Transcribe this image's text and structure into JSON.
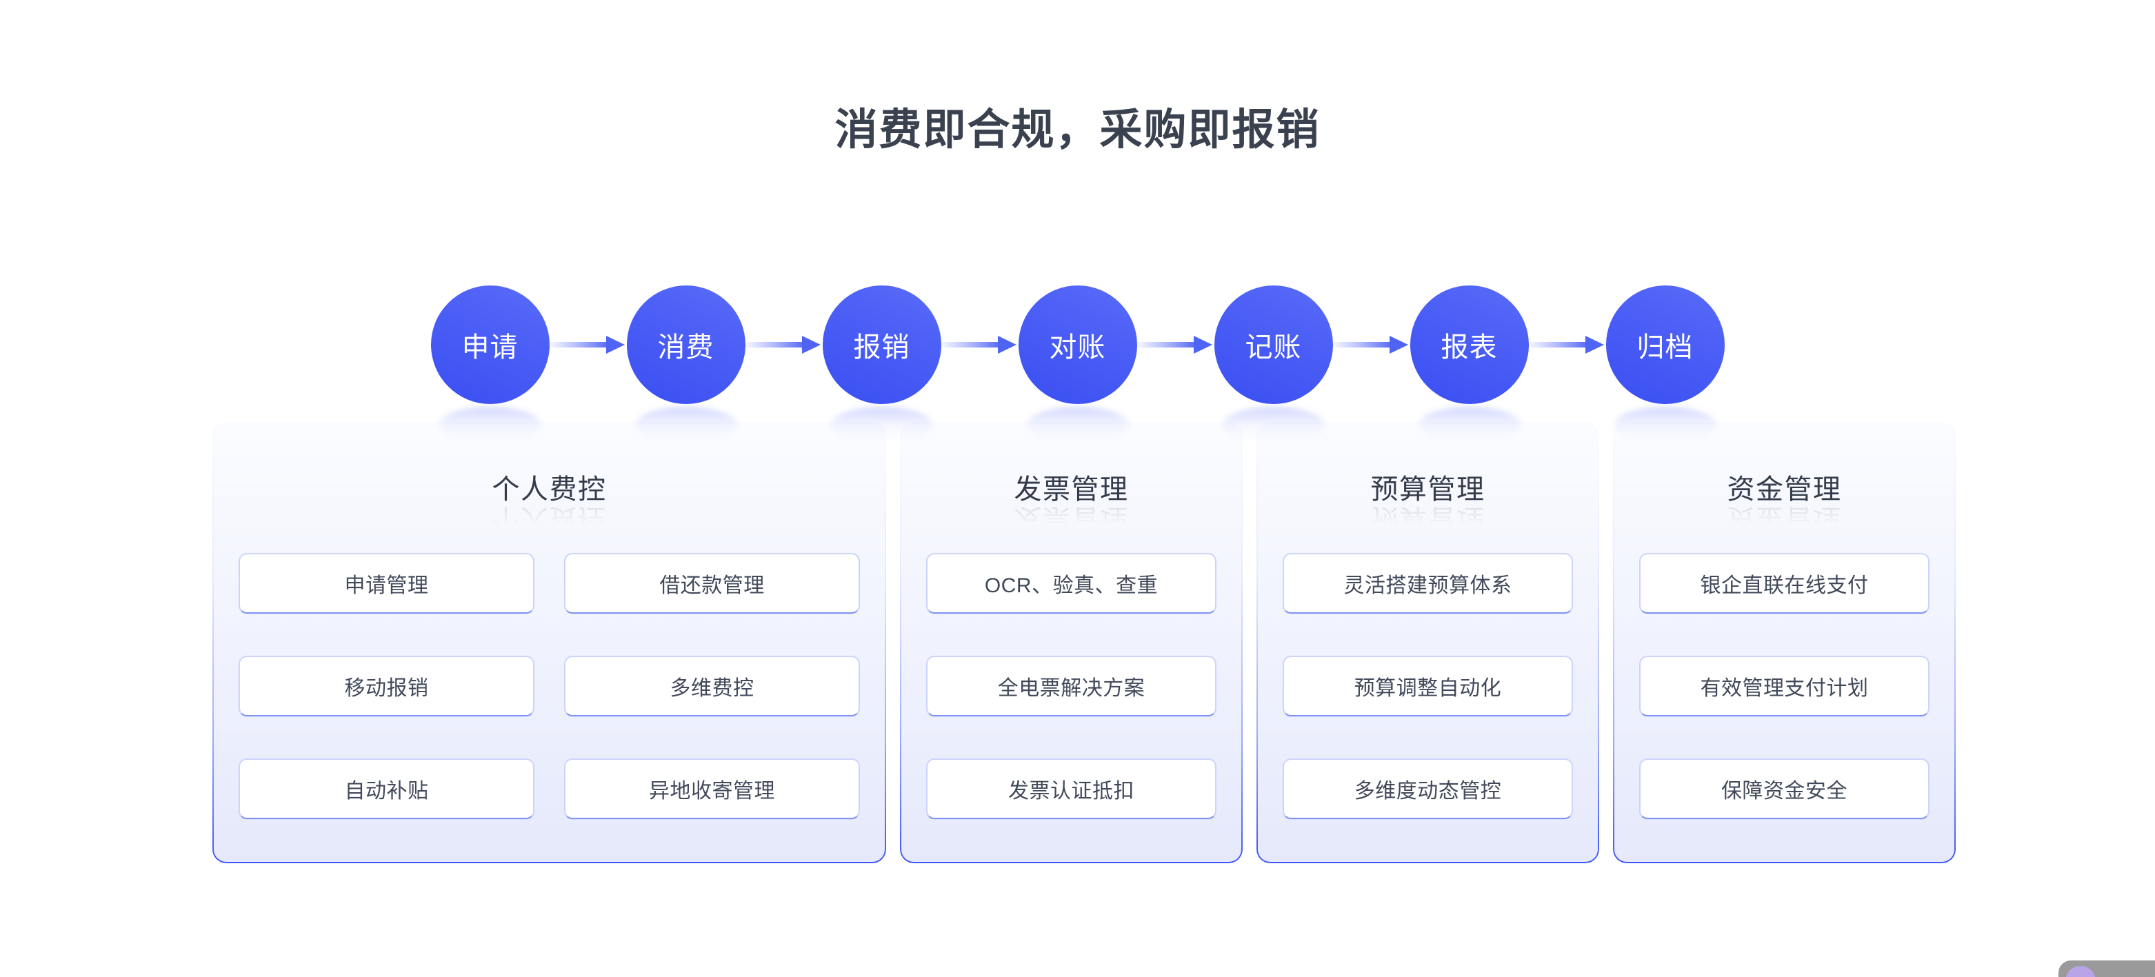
{
  "page": {
    "title": "消费即合规，采购即报销",
    "title_color": "#3a4250",
    "accent_color": "#4b5ef6",
    "background_color": "#ffffff"
  },
  "flow": {
    "steps": [
      {
        "label": "申请"
      },
      {
        "label": "消费"
      },
      {
        "label": "报销"
      },
      {
        "label": "对账"
      },
      {
        "label": "记账"
      },
      {
        "label": "报表"
      },
      {
        "label": "归档"
      }
    ]
  },
  "panels": [
    {
      "title": "个人费控",
      "columns": 2,
      "items": [
        "申请管理",
        "借还款管理",
        "移动报销",
        "多维费控",
        "自动补贴",
        "异地收寄管理"
      ]
    },
    {
      "title": "发票管理",
      "columns": 1,
      "items": [
        "OCR、验真、查重",
        "全电票解决方案",
        "发票认证抵扣"
      ]
    },
    {
      "title": "预算管理",
      "columns": 1,
      "items": [
        "灵活搭建预算体系",
        "预算调整自动化",
        "多维度动态管控"
      ]
    },
    {
      "title": "资金管理",
      "columns": 1,
      "items": [
        "银企直联在线支付",
        "有效管理支付计划",
        "保障资金安全"
      ]
    }
  ],
  "watermark": {
    "text": "…"
  }
}
